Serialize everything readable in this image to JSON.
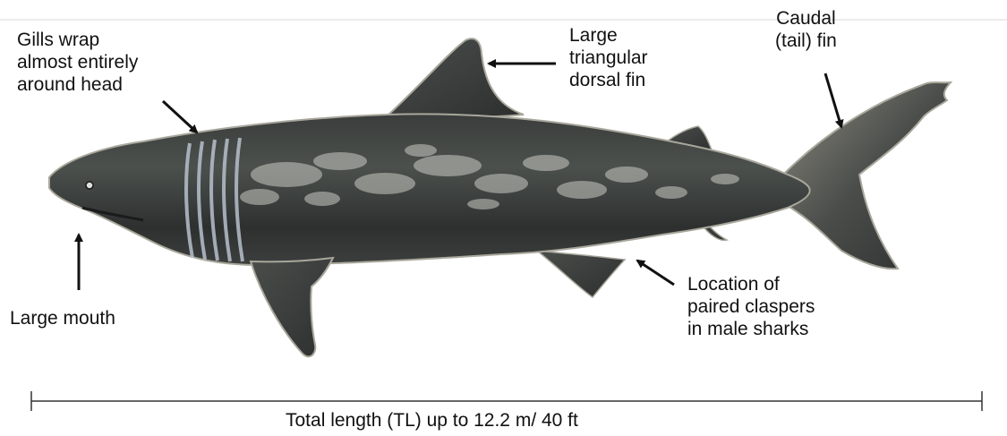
{
  "labels": {
    "gills": [
      "Gills wrap",
      "almost entirely",
      "around head"
    ],
    "dorsal_fin": [
      "Large",
      "triangular",
      "dorsal fin"
    ],
    "caudal_fin": [
      "Caudal",
      "(tail) fin"
    ],
    "mouth": [
      "Large mouth"
    ],
    "claspers": [
      "Location of",
      "paired claspers",
      "in male sharks"
    ],
    "total_length": "Total length (TL) up to 12.2 m/ 40 ft"
  },
  "colors": {
    "body_dark": "#2f3231",
    "body_mid": "#4a4f4c",
    "mottle_light": "#c9cac3",
    "fin_edge": "#a9a79c",
    "text": "#111111",
    "arrow": "#111111"
  }
}
